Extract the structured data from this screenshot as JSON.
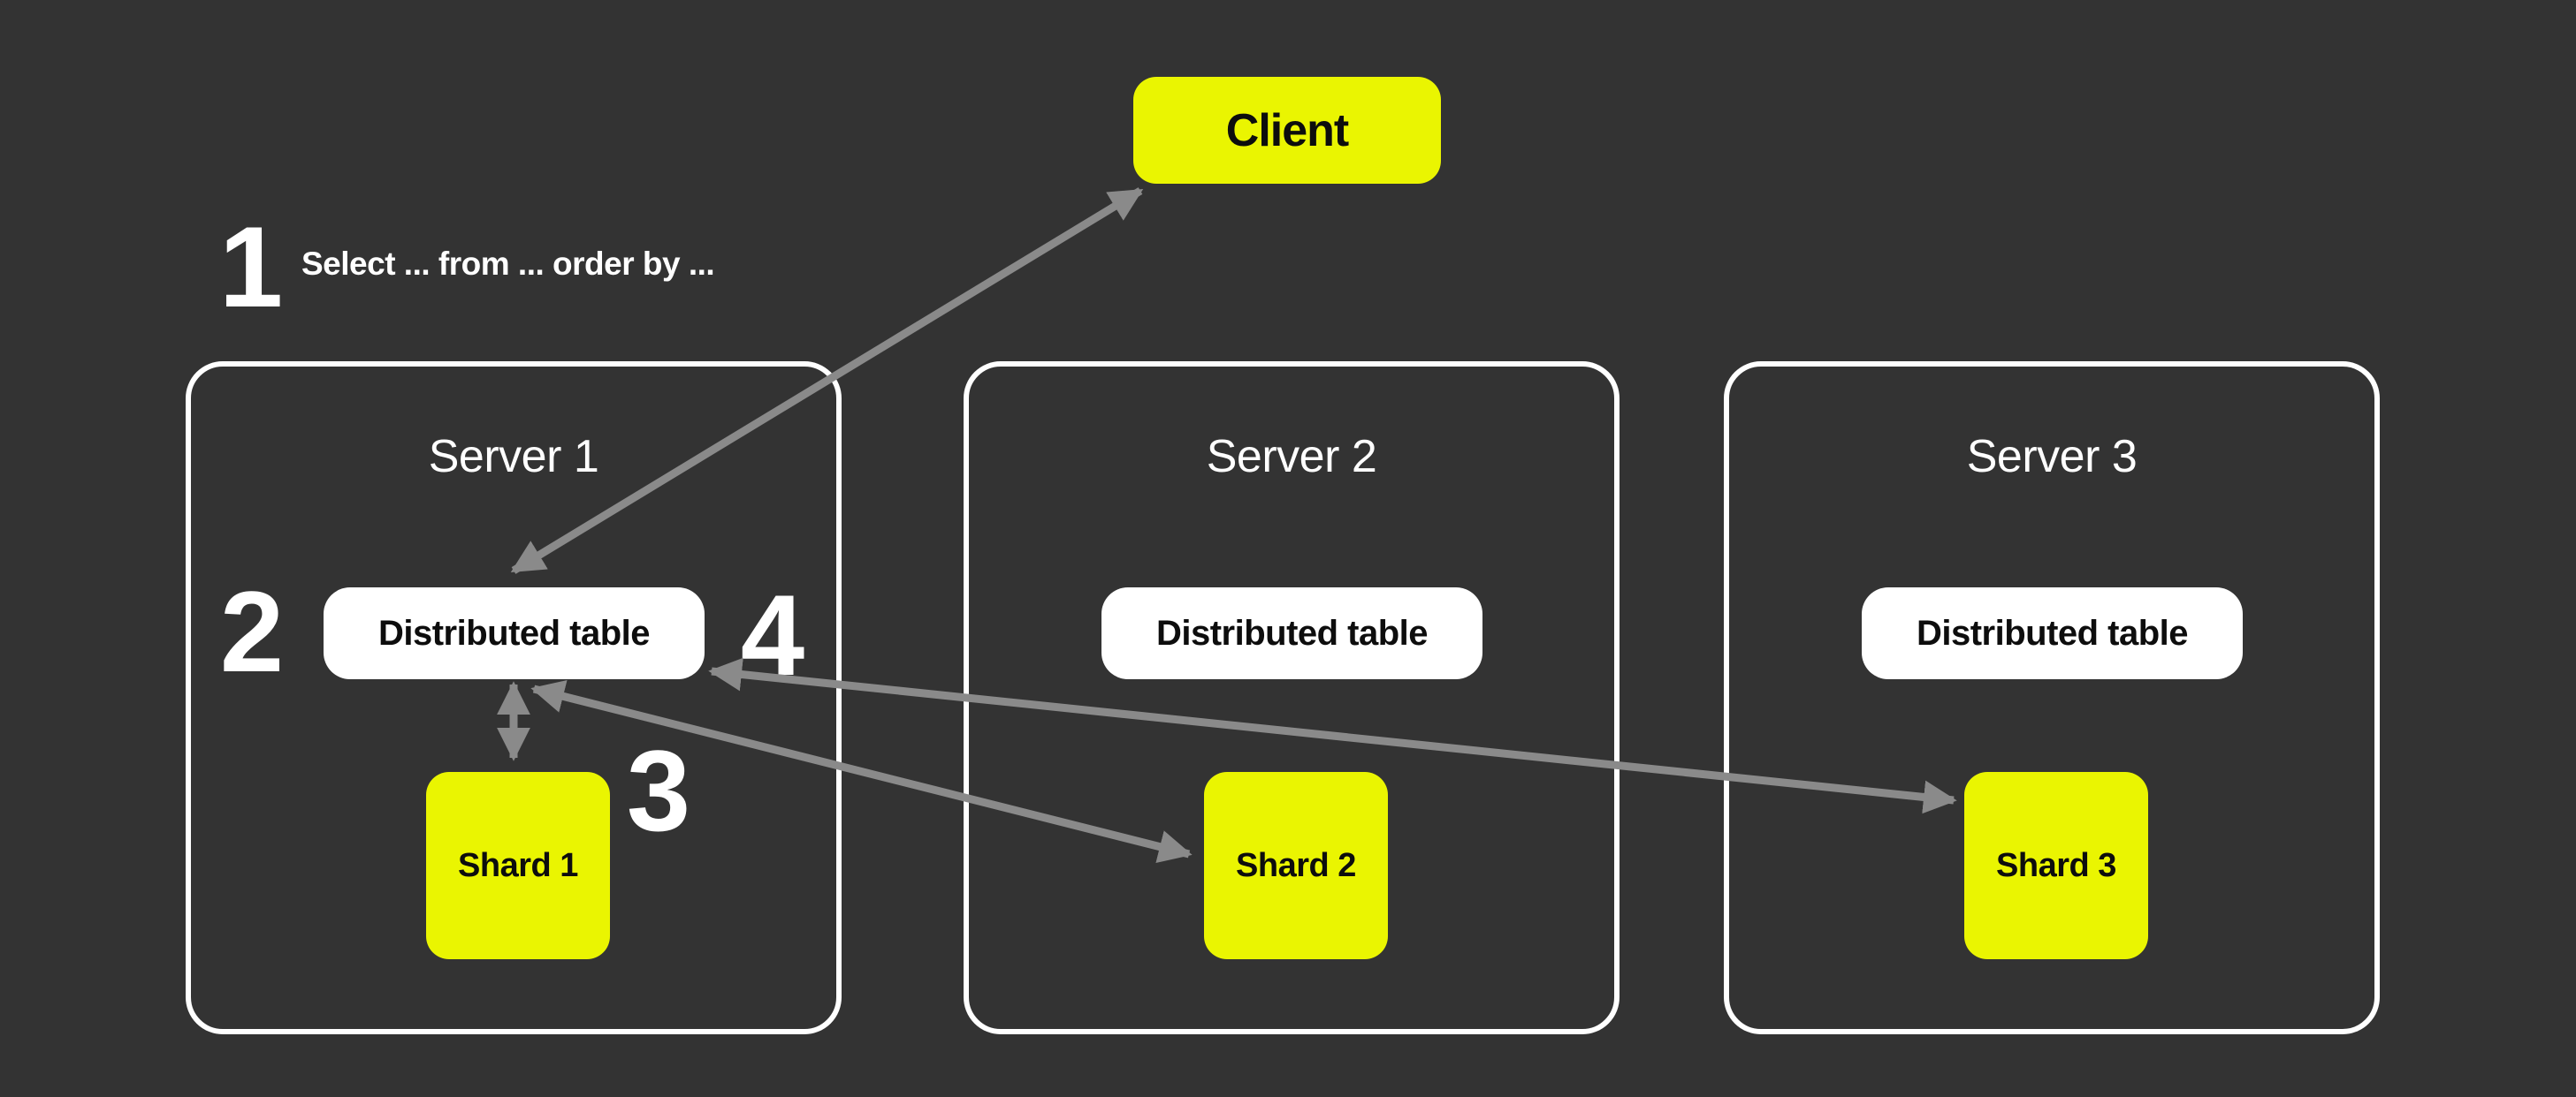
{
  "colors": {
    "background": "#333333",
    "accent_yellow": "#EAF501",
    "node_white": "#FFFFFF",
    "arrow_gray": "#8A8A8A",
    "text_dark": "#0D0D0D",
    "text_light": "#FFFFFF"
  },
  "client": {
    "label": "Client"
  },
  "query_step": {
    "number": "1",
    "label": "Select ... from ... order by ..."
  },
  "step_labels": {
    "step2": "2",
    "step3": "3",
    "step4": "4"
  },
  "servers": [
    {
      "title": "Server 1",
      "table_label": "Distributed table",
      "shard_label": "Shard 1"
    },
    {
      "title": "Server 2",
      "table_label": "Distributed table",
      "shard_label": "Shard 2"
    },
    {
      "title": "Server 3",
      "table_label": "Distributed table",
      "shard_label": "Shard 3"
    }
  ]
}
